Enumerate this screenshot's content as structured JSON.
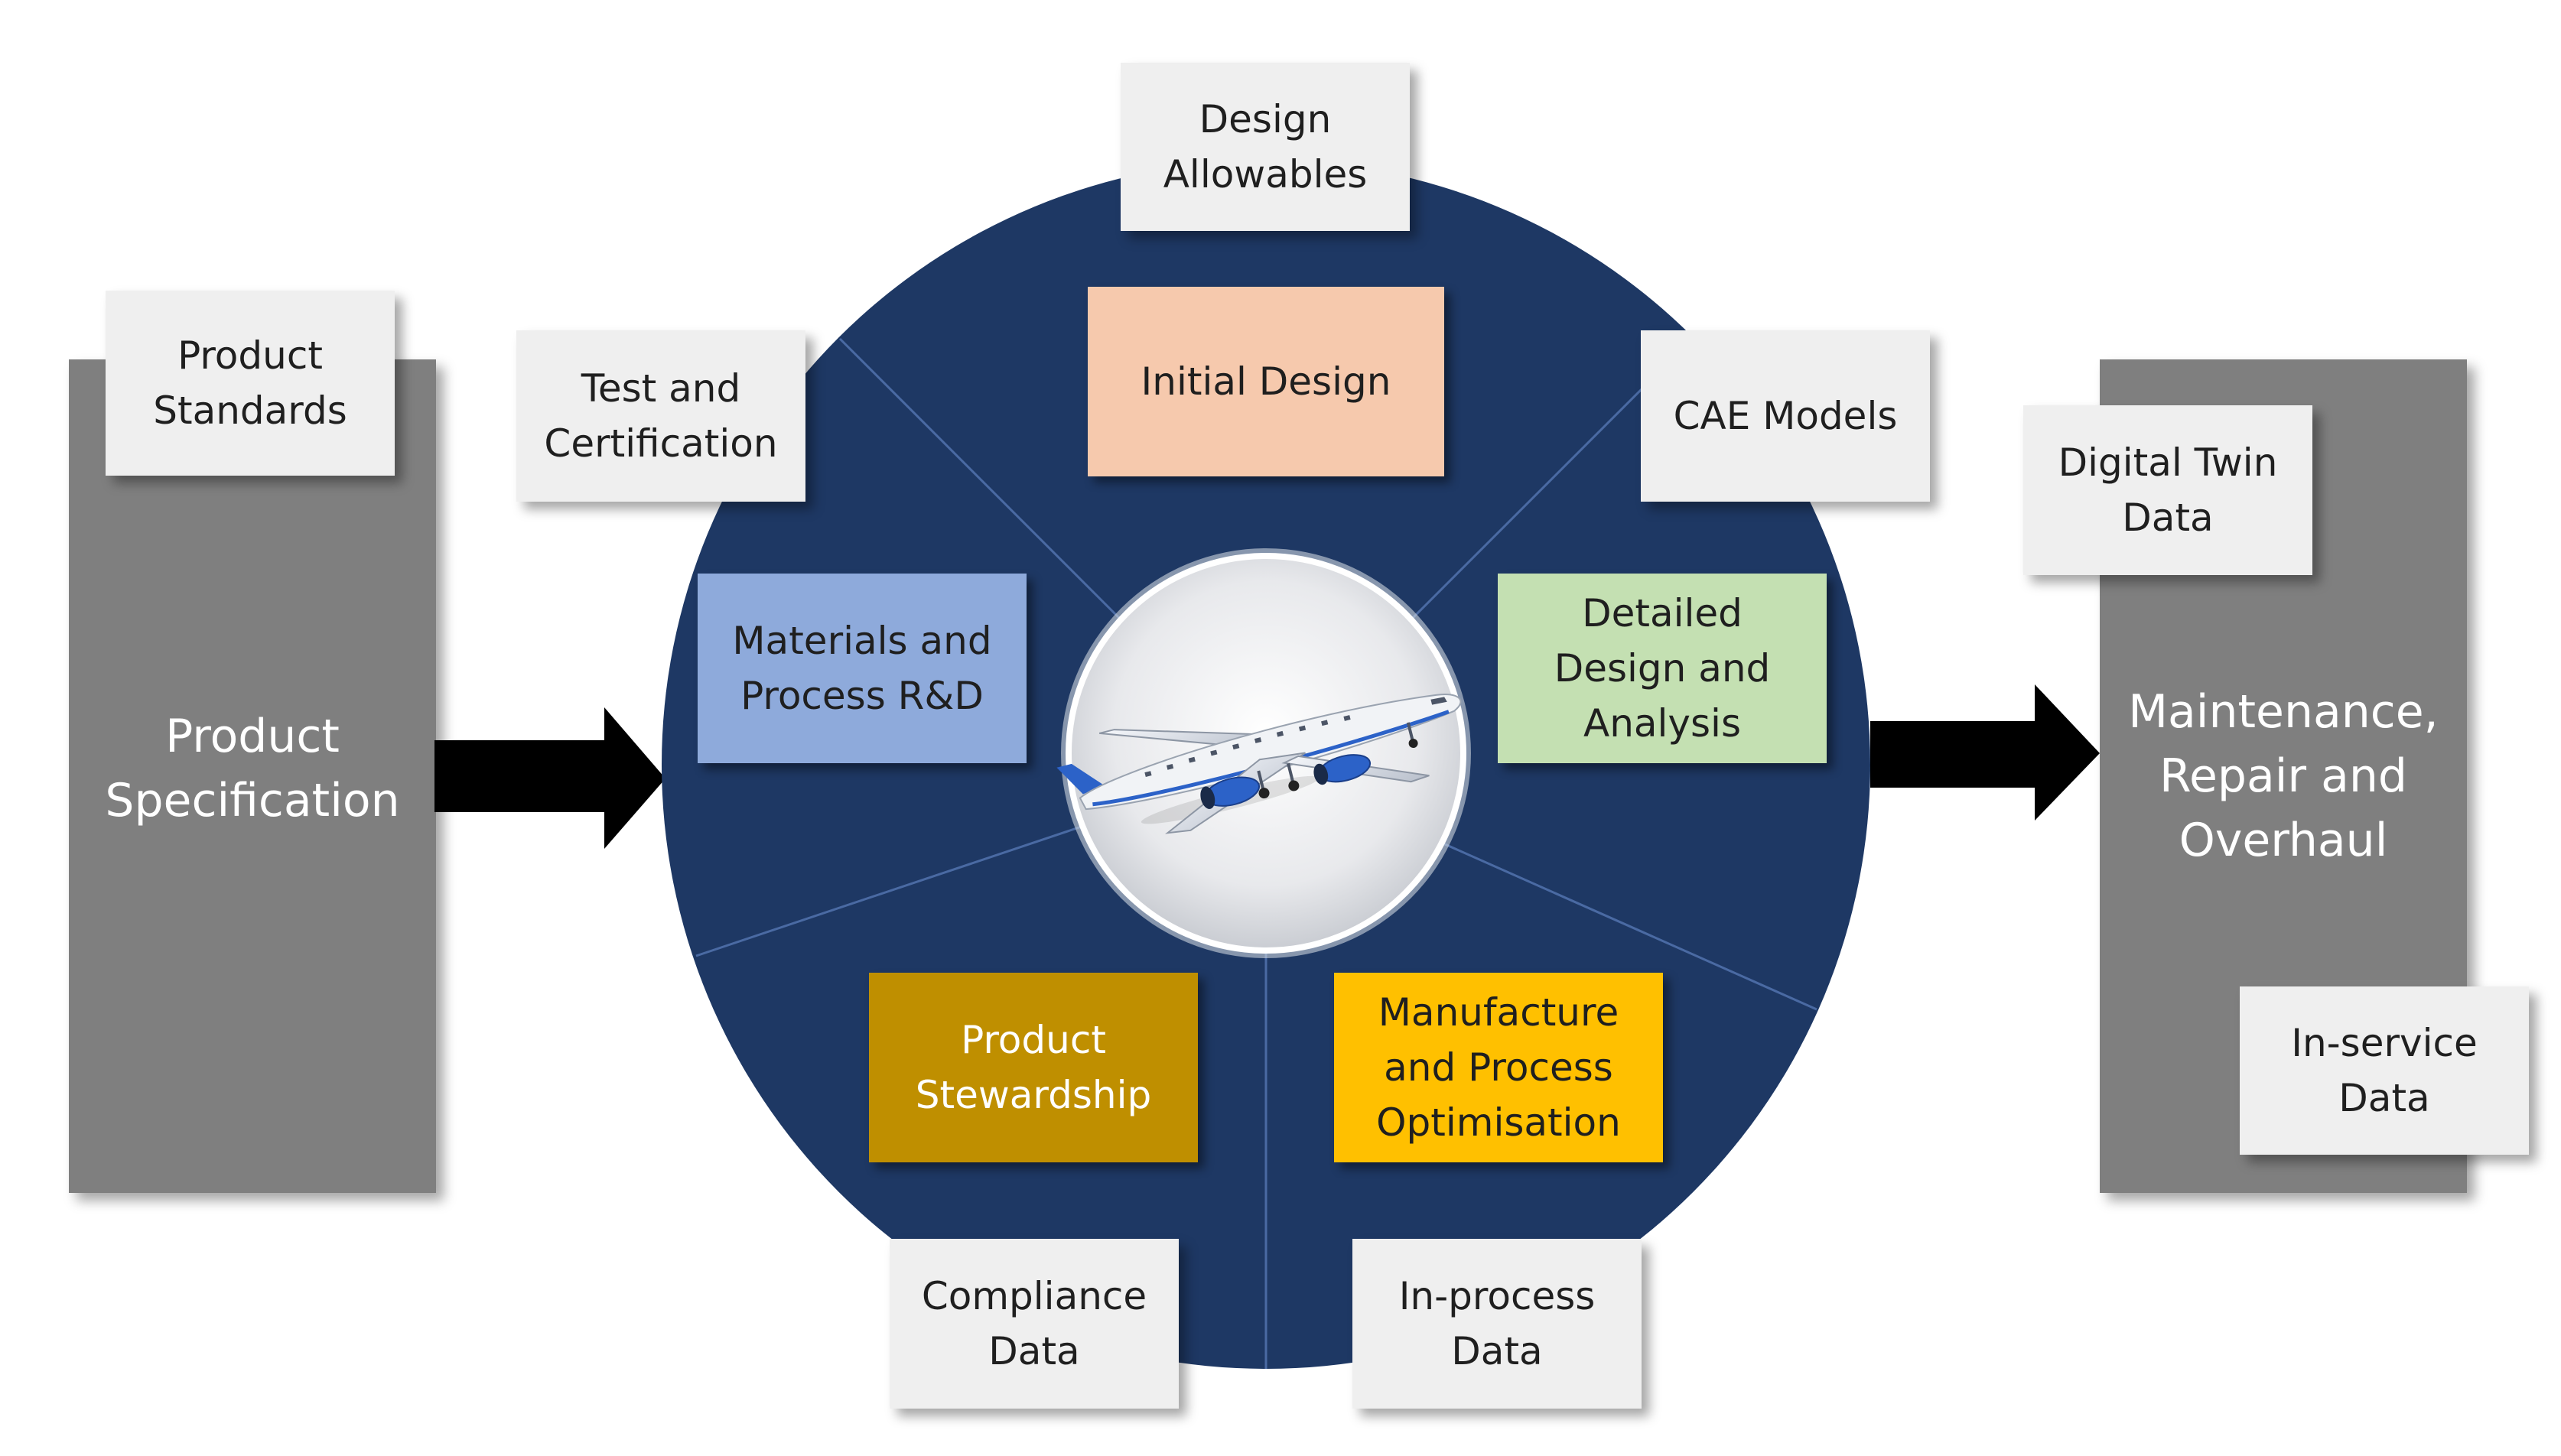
{
  "colors": {
    "wheel": "#1e3864",
    "side_panel": "#7f7f7f",
    "tag_background": "#efefef",
    "arrow": "#000000",
    "initial_design": "#f6c9ad",
    "materials_rd": "#8eaadb",
    "detailed_design": "#c4e0b2",
    "manufacture": "#ffc000",
    "stewardship": "#bf8f00"
  },
  "left_panel": {
    "title_lines": [
      "Product",
      "Specification"
    ]
  },
  "right_panel": {
    "title_lines": [
      "Maintenance,",
      "Repair and",
      "Overhaul"
    ]
  },
  "tags": {
    "product_standards": [
      "Product",
      "Standards"
    ],
    "test_certification": [
      "Test and",
      "Certification"
    ],
    "design_allowables": [
      "Design",
      "Allowables"
    ],
    "cae_models": [
      "CAE Models"
    ],
    "digital_twin": [
      "Digital Twin",
      "Data"
    ],
    "in_service": [
      "In-service",
      "Data"
    ],
    "compliance": [
      "Compliance",
      "Data"
    ],
    "in_process": [
      "In-process",
      "Data"
    ]
  },
  "phases": {
    "initial_design": [
      "Initial Design"
    ],
    "materials_rd": [
      "Materials and",
      "Process R&D"
    ],
    "detailed_design": [
      "Detailed",
      "Design and",
      "Analysis"
    ],
    "stewardship": [
      "Product",
      "Stewardship"
    ],
    "manufacture": [
      "Manufacture",
      "and Process",
      "Optimisation"
    ]
  },
  "center": {
    "icon": "airplane-icon"
  }
}
